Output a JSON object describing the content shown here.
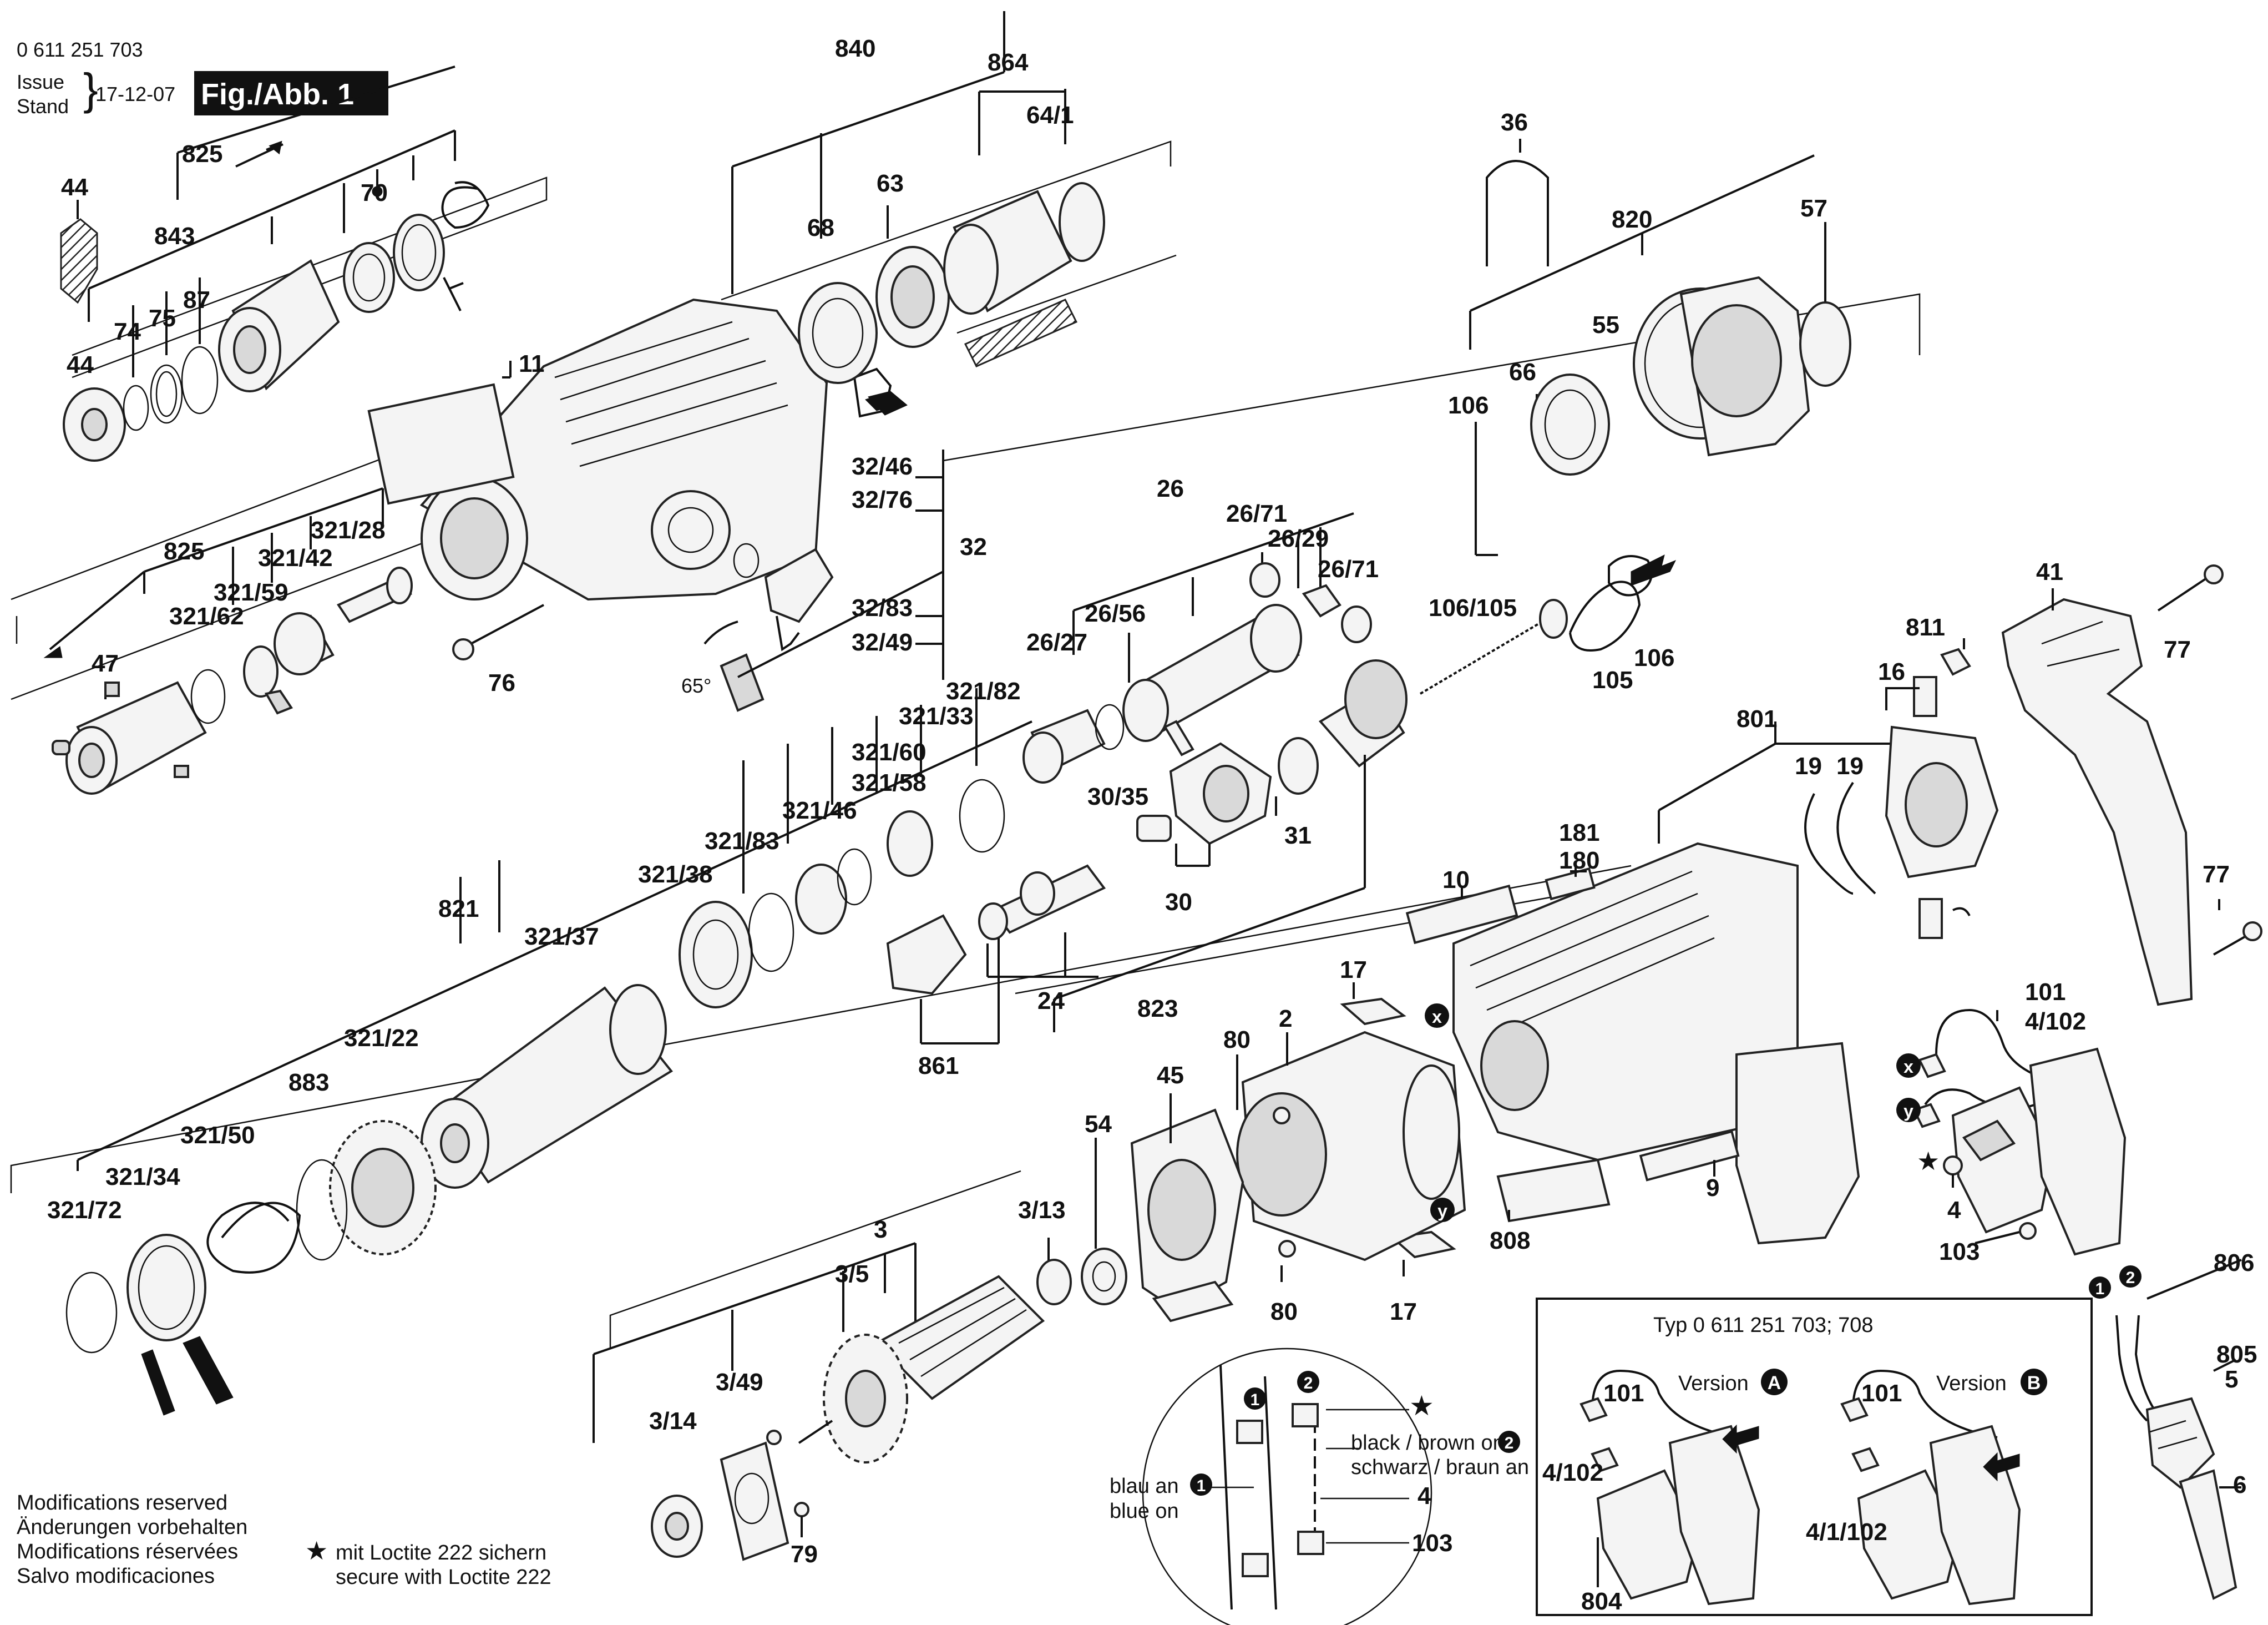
{
  "header": {
    "part_number": "0 611 251 703",
    "issue_label": "Issue",
    "stand_label": "Stand",
    "date": "17-12-07",
    "figure": "Fig./Abb. 1"
  },
  "labels": [
    {
      "id": "825a",
      "text": "825"
    },
    {
      "id": "843",
      "text": "843"
    },
    {
      "id": "44a",
      "text": "44"
    },
    {
      "id": "44b",
      "text": "44"
    },
    {
      "id": "74",
      "text": "74"
    },
    {
      "id": "75",
      "text": "75"
    },
    {
      "id": "87",
      "text": "87"
    },
    {
      "id": "70",
      "text": "70"
    },
    {
      "id": "840",
      "text": "840"
    },
    {
      "id": "864",
      "text": "864"
    },
    {
      "id": "64_1",
      "text": "64/1"
    },
    {
      "id": "68",
      "text": "68"
    },
    {
      "id": "63",
      "text": "63"
    },
    {
      "id": "11",
      "text": "11"
    },
    {
      "id": "36",
      "text": "36"
    },
    {
      "id": "820",
      "text": "820"
    },
    {
      "id": "57",
      "text": "57"
    },
    {
      "id": "55",
      "text": "55"
    },
    {
      "id": "66",
      "text": "66"
    },
    {
      "id": "106a",
      "text": "106"
    },
    {
      "id": "106_105",
      "text": "106/105"
    },
    {
      "id": "105",
      "text": "105"
    },
    {
      "id": "106b",
      "text": "106"
    },
    {
      "id": "32_46",
      "text": "32/46"
    },
    {
      "id": "32_76",
      "text": "32/76"
    },
    {
      "id": "32",
      "text": "32"
    },
    {
      "id": "32_83",
      "text": "32/83"
    },
    {
      "id": "32_49",
      "text": "32/49"
    },
    {
      "id": "deg65",
      "text": "65°"
    },
    {
      "id": "825b",
      "text": "825"
    },
    {
      "id": "321_28",
      "text": "321/28"
    },
    {
      "id": "321_42",
      "text": "321/42"
    },
    {
      "id": "321_59",
      "text": "321/59"
    },
    {
      "id": "321_62",
      "text": "321/62"
    },
    {
      "id": "47",
      "text": "47"
    },
    {
      "id": "76",
      "text": "76"
    },
    {
      "id": "26",
      "text": "26"
    },
    {
      "id": "26_71a",
      "text": "26/71"
    },
    {
      "id": "26_29",
      "text": "26/29"
    },
    {
      "id": "26_71b",
      "text": "26/71"
    },
    {
      "id": "26_56",
      "text": "26/56"
    },
    {
      "id": "26_27",
      "text": "26/27"
    },
    {
      "id": "30_35",
      "text": "30/35"
    },
    {
      "id": "31",
      "text": "31"
    },
    {
      "id": "30",
      "text": "30"
    },
    {
      "id": "321_82",
      "text": "321/82"
    },
    {
      "id": "321_33",
      "text": "321/33"
    },
    {
      "id": "321_60",
      "text": "321/60"
    },
    {
      "id": "321_58",
      "text": "321/58"
    },
    {
      "id": "321_46",
      "text": "321/46"
    },
    {
      "id": "321_83",
      "text": "321/83"
    },
    {
      "id": "321_38",
      "text": "321/38"
    },
    {
      "id": "321_37",
      "text": "321/37"
    },
    {
      "id": "821",
      "text": "821"
    },
    {
      "id": "321_22",
      "text": "321/22"
    },
    {
      "id": "883",
      "text": "883"
    },
    {
      "id": "321_50",
      "text": "321/50"
    },
    {
      "id": "321_34",
      "text": "321/34"
    },
    {
      "id": "321_72",
      "text": "321/72"
    },
    {
      "id": "24",
      "text": "24"
    },
    {
      "id": "823",
      "text": "823"
    },
    {
      "id": "861",
      "text": "861"
    },
    {
      "id": "41",
      "text": "41"
    },
    {
      "id": "77a",
      "text": "77"
    },
    {
      "id": "77b",
      "text": "77"
    },
    {
      "id": "811",
      "text": "811"
    },
    {
      "id": "16",
      "text": "16"
    },
    {
      "id": "801",
      "text": "801"
    },
    {
      "id": "19a",
      "text": "19"
    },
    {
      "id": "19b",
      "text": "19"
    },
    {
      "id": "181",
      "text": "181"
    },
    {
      "id": "180",
      "text": "180"
    },
    {
      "id": "10",
      "text": "10"
    },
    {
      "id": "17a",
      "text": "17"
    },
    {
      "id": "2",
      "text": "2"
    },
    {
      "id": "80a",
      "text": "80"
    },
    {
      "id": "45",
      "text": "45"
    },
    {
      "id": "54",
      "text": "54"
    },
    {
      "id": "80b",
      "text": "80"
    },
    {
      "id": "17b",
      "text": "17"
    },
    {
      "id": "9",
      "text": "9"
    },
    {
      "id": "808",
      "text": "808"
    },
    {
      "id": "101",
      "text": "101"
    },
    {
      "id": "4_102",
      "text": "4/102"
    },
    {
      "id": "4",
      "text": "4"
    },
    {
      "id": "103",
      "text": "103"
    },
    {
      "id": "806",
      "text": "806"
    },
    {
      "id": "805",
      "text": "805"
    },
    {
      "id": "5",
      "text": "5"
    },
    {
      "id": "6",
      "text": "6"
    },
    {
      "id": "3",
      "text": "3"
    },
    {
      "id": "3_13",
      "text": "3/13"
    },
    {
      "id": "3_5",
      "text": "3/5"
    },
    {
      "id": "3_49",
      "text": "3/49"
    },
    {
      "id": "3_14",
      "text": "3/14"
    },
    {
      "id": "79",
      "text": "79"
    }
  ],
  "markers": {
    "x": "x",
    "y": "y",
    "one": "1",
    "two": "2",
    "A": "A",
    "B": "B"
  },
  "detail": {
    "black_brown": "black / brown on",
    "schwarz_braun": "schwarz / braun an",
    "blau_an": "blau an",
    "blue_on": "blue on",
    "part4": "4",
    "part103": "103"
  },
  "inset": {
    "title": "Typ 0 611 251 703; 708",
    "version_label": "Version",
    "left_101": "101",
    "left_4_102": "4/102",
    "left_804": "804",
    "right_101": "101",
    "right_4_1_102": "4/1/102"
  },
  "footer": {
    "mods": [
      "Modifications reserved",
      "Änderungen vorbehalten",
      "Modifications réservées",
      "Salvo modificaciones"
    ],
    "loctite": [
      "mit Loctite 222 sichern",
      "secure with Loctite 222"
    ]
  }
}
